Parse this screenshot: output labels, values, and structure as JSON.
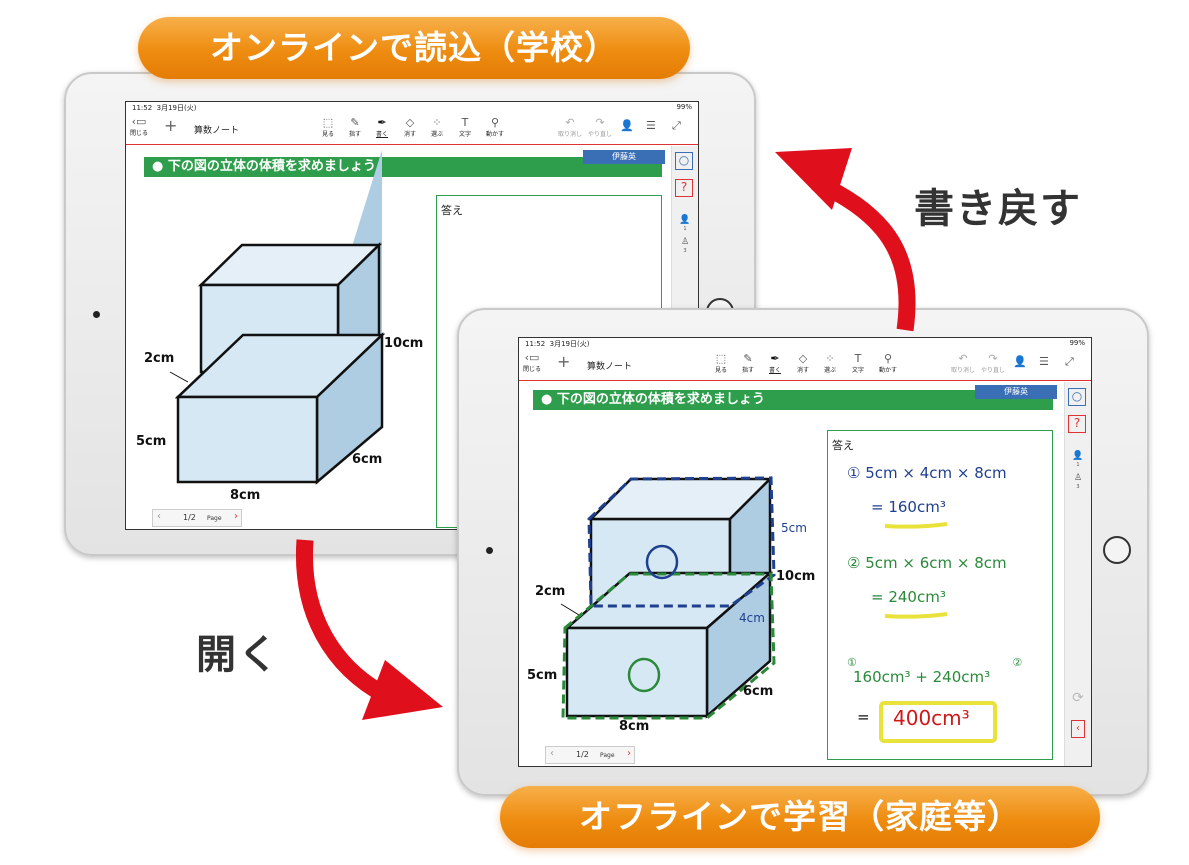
{
  "labels": {
    "online": "オンラインで読込（学校）",
    "offline": "オフラインで学習（家庭等）",
    "write_back": "書き戻す",
    "open": "開く"
  },
  "app": {
    "time": "11:52",
    "date": "3月19日(火)",
    "battery": "99%",
    "close": "閉じる",
    "add": "+",
    "note_title": "算数ノート",
    "tools": [
      {
        "label": "見る",
        "icon": "view-icon"
      },
      {
        "label": "指す",
        "icon": "pointer-icon"
      },
      {
        "label": "書く",
        "icon": "pen-icon"
      },
      {
        "label": "消す",
        "icon": "eraser-icon"
      },
      {
        "label": "選ぶ",
        "icon": "select-icon"
      },
      {
        "label": "文字",
        "icon": "text-icon"
      },
      {
        "label": "動かす",
        "icon": "move-icon"
      }
    ],
    "undo": "取り消し",
    "redo": "やり直し",
    "student_name": "伊藤英",
    "side_counts": [
      "1",
      "3"
    ],
    "page": "1/2",
    "page_label": "Page"
  },
  "worksheet": {
    "title": "下の図の立体の体積を求めましょう",
    "answer_label": "答え",
    "dims": {
      "d2": "2cm",
      "d10": "10cm",
      "d5": "5cm",
      "d6": "6cm",
      "d8": "8cm"
    }
  },
  "handwriting": {
    "top_height": "5cm",
    "top_depth": "4cm",
    "part1": "①",
    "part2": "②",
    "line1": "① 5cm × 4cm × 8cm",
    "line1_result": "= 160cm³",
    "line2": "② 5cm × 6cm × 8cm",
    "line2_result": "= 240cm³",
    "sum_marks": "①  ②",
    "sum": "160cm³ + 240cm³",
    "final_eq": "=",
    "final": "400cm³"
  },
  "colors": {
    "orange": "#ee8c10",
    "arrow_red": "#e00f1c",
    "banner_green": "#2f9e4c",
    "hand_blue": "#1f3f8f",
    "hand_green": "#2a8a3a",
    "hand_red": "#d01818",
    "highlight_yellow": "#e8e23a",
    "cube_fill": "#d6e8f4"
  }
}
